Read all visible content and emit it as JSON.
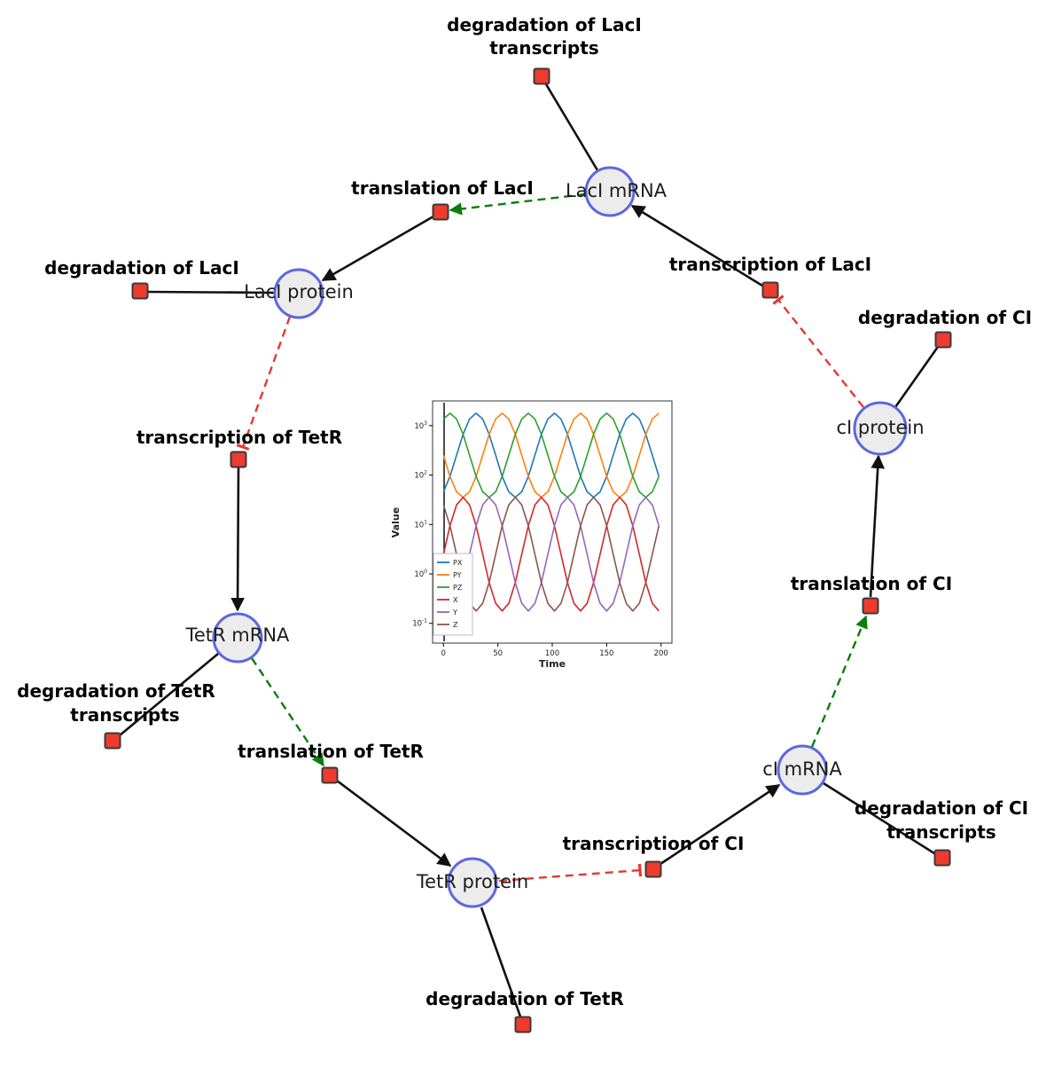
{
  "network": {
    "species": {
      "laci_mrna": {
        "label": "LacI mRNA"
      },
      "laci_protein": {
        "label": "LacI protein"
      },
      "tetr_mrna": {
        "label": "TetR mRNA"
      },
      "tetr_protein": {
        "label": "TetR protein"
      },
      "ci_mrna": {
        "label": "cI mRNA"
      },
      "ci_protein": {
        "label": "cI protein"
      }
    },
    "reactions": {
      "degradation_laci_transcripts": {
        "line1": "degradation of LacI",
        "line2": "transcripts"
      },
      "translation_laci": {
        "line1": "translation of LacI"
      },
      "transcription_laci": {
        "line1": "transcription of LacI"
      },
      "degradation_laci": {
        "line1": "degradation of LacI"
      },
      "degradation_ci": {
        "line1": "degradation of CI"
      },
      "transcription_tetr": {
        "line1": "transcription of TetR"
      },
      "translation_ci": {
        "line1": "translation of CI"
      },
      "degradation_tetr_transcripts": {
        "line1": "degradation of TetR",
        "line2": "transcripts"
      },
      "translation_tetr": {
        "line1": "translation of TetR"
      },
      "transcription_ci": {
        "line1": "transcription of CI"
      },
      "degradation_ci_transcripts": {
        "line1": "degradation of CI",
        "line2": "transcripts"
      },
      "degradation_tetr": {
        "line1": "degradation of TetR"
      }
    },
    "colors": {
      "species_fill": "#ececec",
      "species_stroke": "#5b68e0",
      "reaction_fill": "#ee3b2e",
      "reaction_stroke": "#3a3a3a",
      "edge_main": "#111111",
      "edge_modifier": "#0b7d0b",
      "edge_inhibition": "#e8372e"
    }
  },
  "chart_data": {
    "type": "line",
    "title": "",
    "xlabel": "Time",
    "ylabel": "Value",
    "yscale": "log",
    "xlim": [
      -10,
      210
    ],
    "ylim_exponents": [
      -1.4,
      3.5
    ],
    "xticks": [
      0,
      50,
      100,
      150,
      200
    ],
    "ytick_exponents": [
      -1,
      0,
      1,
      2,
      3
    ],
    "legend_position": "lower left",
    "x": [
      0,
      6,
      12,
      18,
      24,
      30,
      36,
      42,
      48,
      54,
      60,
      66,
      72,
      78,
      84,
      90,
      96,
      102,
      108,
      114,
      120,
      126,
      132,
      138,
      144,
      150,
      156,
      162,
      168,
      174,
      180,
      186,
      192,
      198
    ],
    "series": [
      {
        "name": "PX",
        "color": "#1f77b4",
        "values": [
          46,
          94,
          251,
          668,
          1368,
          1778,
          1368,
          668,
          251,
          94,
          46,
          35.5,
          46,
          94,
          251,
          668,
          1368,
          1778,
          1368,
          668,
          251,
          94,
          46,
          35.5,
          46,
          94,
          251,
          668,
          1368,
          1778,
          1368,
          668,
          251,
          94
        ]
      },
      {
        "name": "PY",
        "color": "#ff7f0e",
        "values": [
          251,
          94,
          46,
          35.5,
          46,
          94,
          251,
          668,
          1368,
          1778,
          1368,
          668,
          251,
          94,
          46,
          35.5,
          46,
          94,
          251,
          668,
          1368,
          1778,
          1368,
          668,
          251,
          94,
          46,
          35.5,
          46,
          94,
          251,
          668,
          1368,
          1778
        ]
      },
      {
        "name": "PZ",
        "color": "#2ca02c",
        "values": [
          1368,
          1778,
          1368,
          668,
          251,
          94,
          46,
          35.5,
          46,
          94,
          251,
          668,
          1368,
          1778,
          1368,
          668,
          251,
          94,
          46,
          35.5,
          46,
          94,
          251,
          668,
          1368,
          1778,
          1368,
          668,
          251,
          94,
          46,
          35.5,
          46,
          94
        ]
      },
      {
        "name": "X",
        "color": "#d62728",
        "values": [
          2.51,
          9.44,
          24.9,
          35.5,
          24.9,
          9.44,
          2.51,
          0.668,
          0.254,
          0.178,
          0.254,
          0.668,
          2.51,
          9.44,
          24.9,
          35.5,
          24.9,
          9.44,
          2.51,
          0.668,
          0.254,
          0.178,
          0.254,
          0.668,
          2.51,
          9.44,
          24.9,
          35.5,
          24.9,
          9.44,
          2.51,
          0.668,
          0.254,
          0.178
        ]
      },
      {
        "name": "Y",
        "color": "#9467bd",
        "values": [
          0.254,
          0.178,
          0.254,
          0.668,
          2.51,
          9.44,
          24.9,
          35.5,
          24.9,
          9.44,
          2.51,
          0.668,
          0.254,
          0.178,
          0.254,
          0.668,
          2.51,
          9.44,
          24.9,
          35.5,
          24.9,
          9.44,
          2.51,
          0.668,
          0.254,
          0.178,
          0.254,
          0.668,
          2.51,
          9.44,
          24.9,
          35.5,
          24.9,
          9.44
        ]
      },
      {
        "name": "Z",
        "color": "#8c564b",
        "values": [
          24.9,
          9.44,
          2.51,
          0.668,
          0.254,
          0.178,
          0.254,
          0.668,
          2.51,
          9.44,
          24.9,
          35.5,
          24.9,
          9.44,
          2.51,
          0.668,
          0.254,
          0.178,
          0.254,
          0.668,
          2.51,
          9.44,
          24.9,
          35.5,
          24.9,
          9.44,
          2.51,
          0.668,
          0.254,
          0.178,
          0.254,
          0.668,
          2.51,
          9.44
        ]
      }
    ]
  }
}
